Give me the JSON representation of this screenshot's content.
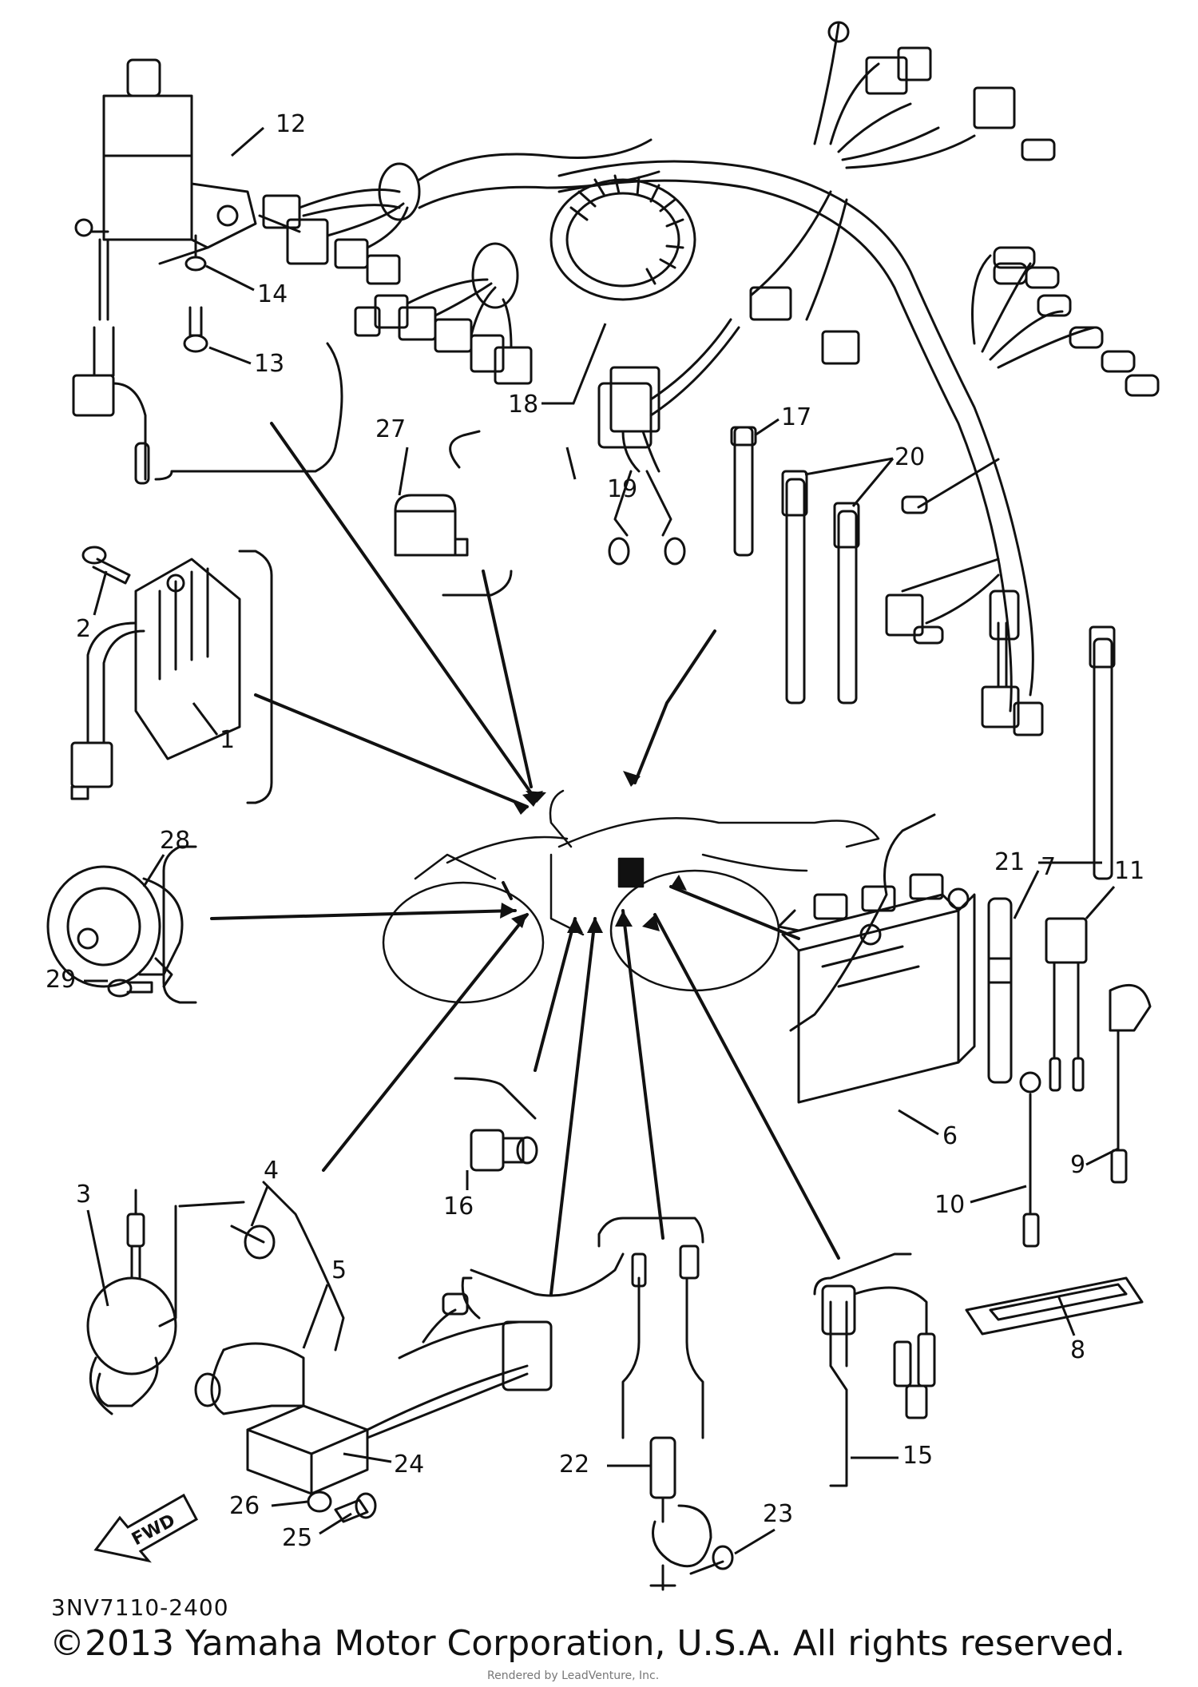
{
  "diagram": {
    "code": "3NV7110-2400",
    "copyright": "©2013 Yamaha Motor Corporation, U.S.A. All rights reserved.",
    "watermark": "Rendered by LeadVenture, Inc.",
    "fwd_label": "FWD",
    "labels": {
      "p1": "1",
      "p2": "2",
      "p3": "3",
      "p4": "4",
      "p5": "5",
      "p6": "6",
      "p7": "7",
      "p8": "8",
      "p9": "9",
      "p10": "10",
      "p11": "11",
      "p12": "12",
      "p13": "13",
      "p14": "14",
      "p15": "15",
      "p16": "16",
      "p17": "17",
      "p18": "18",
      "p19": "19",
      "p20": "20",
      "p21": "21",
      "p22": "22",
      "p23": "23",
      "p24": "24",
      "p25": "25",
      "p26": "26",
      "p27": "27",
      "p28": "28",
      "p29": "29"
    }
  }
}
